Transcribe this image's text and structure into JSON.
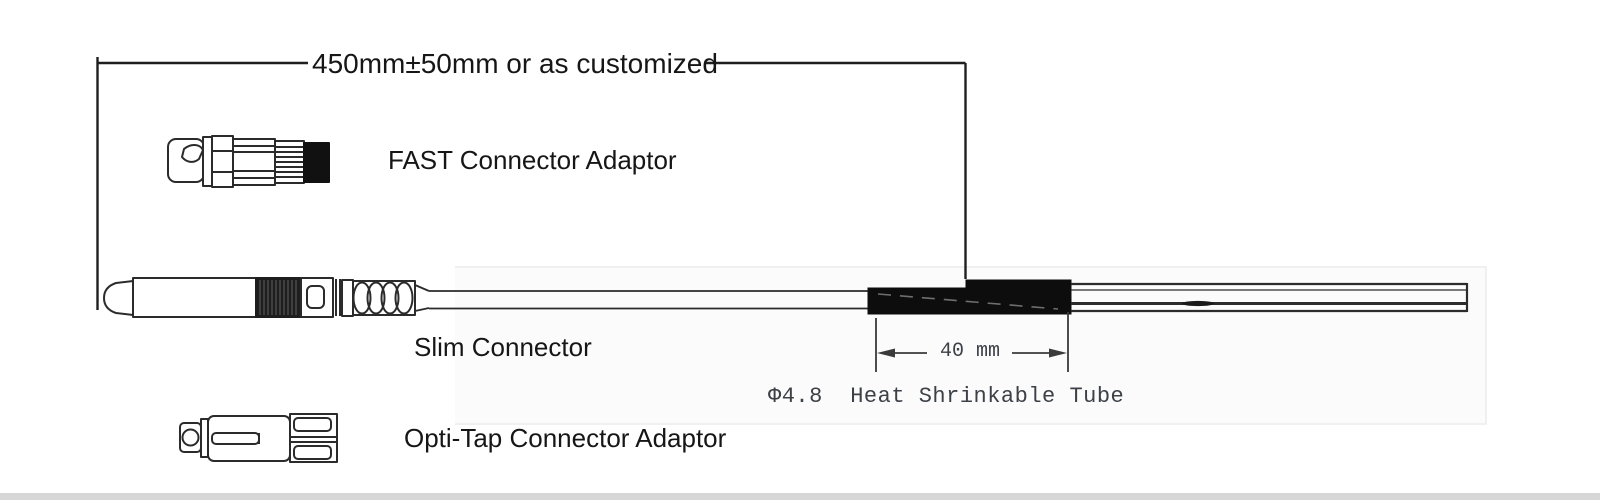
{
  "diagram": {
    "overall_dimension": {
      "label": "450mm±50mm or as customized"
    },
    "parts": {
      "fast_connector": {
        "label": "FAST Connector Adaptor"
      },
      "slim_connector": {
        "label": "Slim Connector"
      },
      "opti_tap": {
        "label": "Opti-Tap Connector Adaptor"
      },
      "heat_shrink_tube": {
        "label": "Φ4.8  Heat Shrinkable Tube",
        "length_label": "40 mm"
      }
    },
    "colors": {
      "line": "#1f1f1f",
      "tube_fill": "#0d0d0d",
      "cad_text": "#3c4047",
      "bottom_strip": "#d7d7d7",
      "panel_bg": "#fbfbfb"
    }
  }
}
